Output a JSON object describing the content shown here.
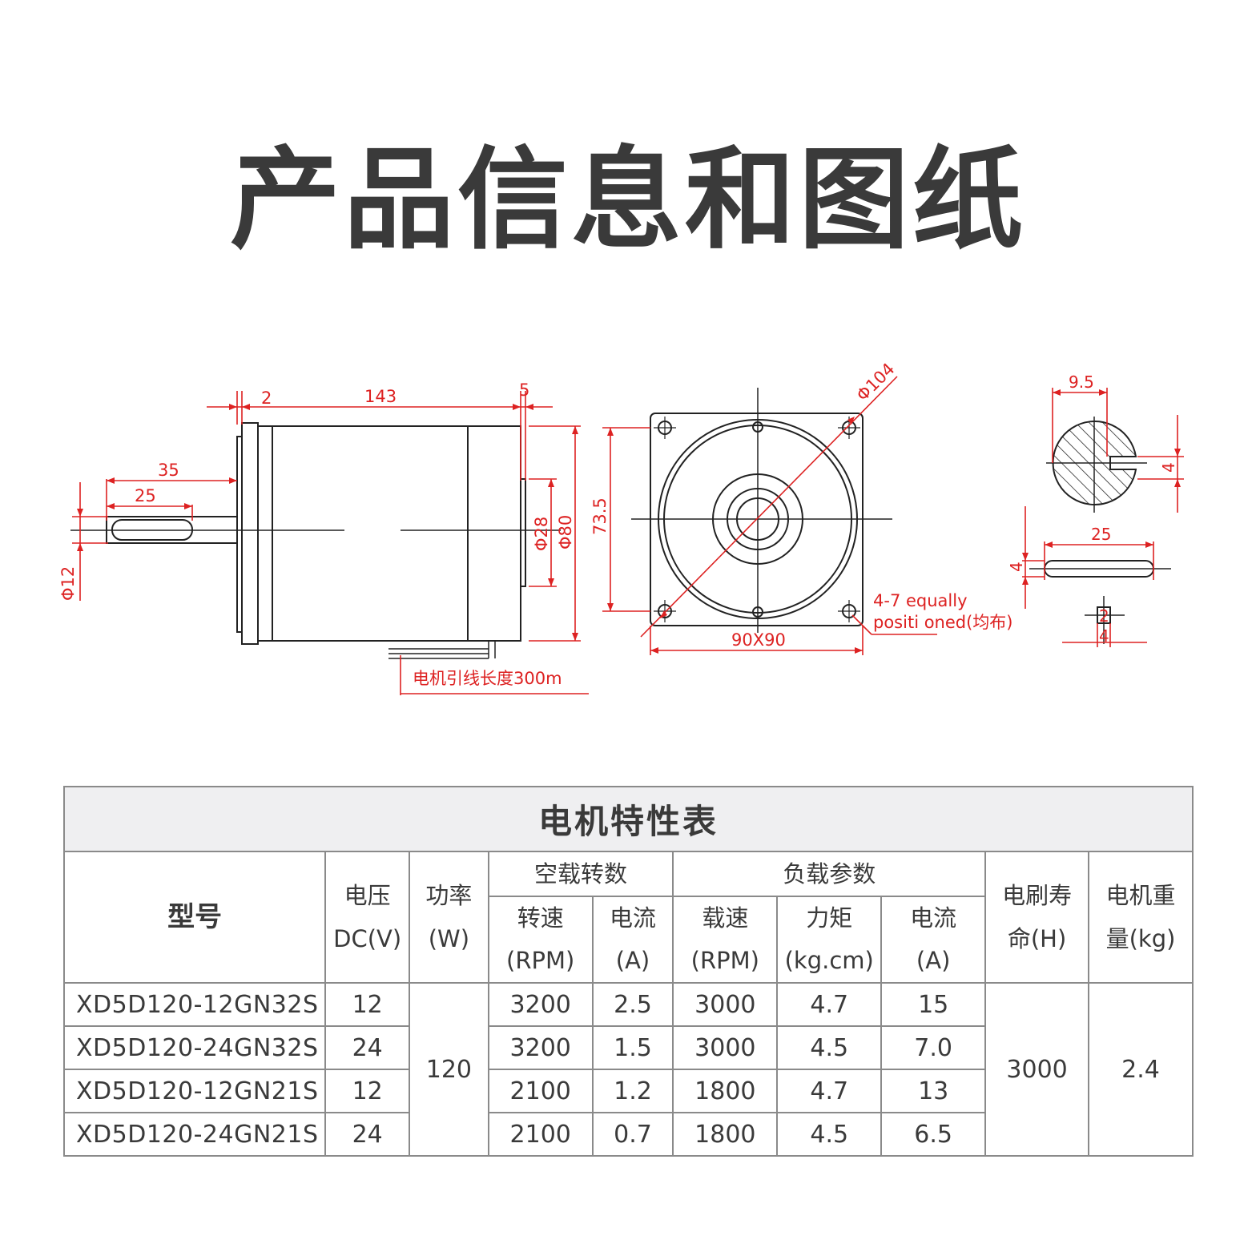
{
  "page_title": "产品信息和图纸",
  "drawing": {
    "side_view": {
      "dim_flange": "2",
      "dim_body": "143",
      "dim_rear": "5",
      "dim_shaft_total": "35",
      "dim_key": "25",
      "dim_shaft_dia": "Φ12",
      "dim_boss": "Φ28",
      "dim_body_dia": "Φ80",
      "lead_note": "电机引线长度300m"
    },
    "front_view": {
      "dim_pcd": "Φ104",
      "dim_height": "73.5",
      "dim_square": "90X90",
      "holes_note_line1": "4-7 equally",
      "holes_note_line2": "positi oned(均布)"
    },
    "shaft_detail": {
      "dim_flat": "9.5",
      "dim_key_depth": "4",
      "dim_key_length": "25",
      "dim_key_height": "4",
      "dim_key_width_a": "2",
      "dim_key_width_b": "4"
    }
  },
  "table": {
    "caption": "电机特性表",
    "headers": {
      "model": "型号",
      "voltage_1": "电压",
      "voltage_2": "DC(V)",
      "power_1": "功率",
      "power_2": "(W)",
      "no_load": "空载转数",
      "load": "负载参数",
      "brush_1": "电刷寿",
      "brush_2": "命(H)",
      "weight_1": "电机重",
      "weight_2": "量(kg)",
      "nl_speed_1": "转速",
      "nl_speed_2": "(RPM)",
      "nl_current_1": "电流",
      "nl_current_2": "(A)",
      "l_speed_1": "载速",
      "l_speed_2": "(RPM)",
      "l_torque_1": "力矩",
      "l_torque_2": "(kg.cm)",
      "l_current_1": "电流",
      "l_current_2": "(A)"
    },
    "shared": {
      "power": "120",
      "brush_life": "3000",
      "weight": "2.4"
    },
    "rows": [
      {
        "model": "XD5D120-12GN32S",
        "voltage": "12",
        "nl_speed": "3200",
        "nl_current": "2.5",
        "l_speed": "3000",
        "torque": "4.7",
        "l_current": "15"
      },
      {
        "model": "XD5D120-24GN32S",
        "voltage": "24",
        "nl_speed": "3200",
        "nl_current": "1.5",
        "l_speed": "3000",
        "torque": "4.5",
        "l_current": "7.0"
      },
      {
        "model": "XD5D120-12GN21S",
        "voltage": "12",
        "nl_speed": "2100",
        "nl_current": "1.2",
        "l_speed": "1800",
        "torque": "4.7",
        "l_current": "13"
      },
      {
        "model": "XD5D120-24GN21S",
        "voltage": "24",
        "nl_speed": "2100",
        "nl_current": "0.7",
        "l_speed": "1800",
        "torque": "4.5",
        "l_current": "6.5"
      }
    ]
  },
  "colors": {
    "dimension": "#dd2222",
    "outline": "#222222",
    "caption_bg": "#efeff1",
    "border": "#8a8a8a"
  }
}
